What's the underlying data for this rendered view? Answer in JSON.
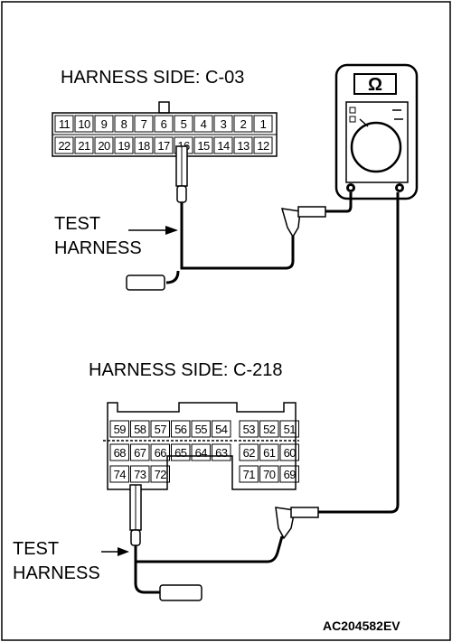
{
  "labels": {
    "connector_top": "HARNESS SIDE: C-03",
    "connector_bottom": "HARNESS SIDE: C-218",
    "test_harness_top_line1": "TEST",
    "test_harness_top_line2": "HARNESS",
    "test_harness_bottom_line1": "TEST",
    "test_harness_bottom_line2": "HARNESS",
    "figure_code": "AC204582EV"
  },
  "meter": {
    "display_symbol": "Ω",
    "icon": "ohmmeter-icon"
  },
  "connector_c03": {
    "row1": [
      "11",
      "10",
      "9",
      "8",
      "7",
      "6",
      "5",
      "4",
      "3",
      "2",
      "1"
    ],
    "row2": [
      "22",
      "21",
      "20",
      "19",
      "18",
      "17",
      "16",
      "15",
      "14",
      "13",
      "12"
    ],
    "probed_pin": "16"
  },
  "connector_c218": {
    "row1": [
      "59",
      "58",
      "57",
      "56",
      "55",
      "54",
      "53",
      "52",
      "51"
    ],
    "row2": [
      "68",
      "67",
      "66",
      "65",
      "64",
      "63",
      "62",
      "61",
      "60"
    ],
    "row3_left": [
      "74",
      "73",
      "72"
    ],
    "row3_right": [
      "71",
      "70",
      "69"
    ],
    "probed_pin": "73"
  }
}
